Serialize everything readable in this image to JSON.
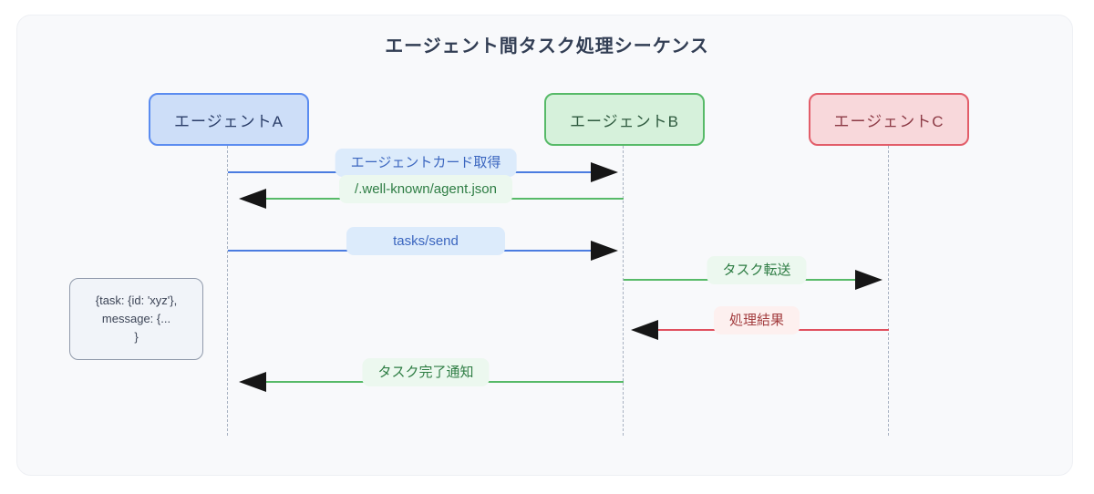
{
  "title": "エージェント間タスク処理シーケンス",
  "diagram": {
    "actors": [
      {
        "id": "A",
        "label": "エージェントA",
        "fill": "#cddef8",
        "border": "#5b8cf0",
        "text_color": "#2b3e69"
      },
      {
        "id": "B",
        "label": "エージェントB",
        "fill": "#d6f1db",
        "border": "#57ba68",
        "text_color": "#2f5a3f"
      },
      {
        "id": "C",
        "label": "エージェントC",
        "fill": "#f8d8db",
        "border": "#e25d69",
        "text_color": "#8c3a45"
      }
    ],
    "messages": [
      {
        "from": "エージェントA",
        "to": "エージェントB",
        "label": "エージェントカード取得",
        "direction": "right",
        "line_color": "#4b7ce0",
        "label_bg": "#dcebfb",
        "label_color": "#3b66bf"
      },
      {
        "from": "エージェントB",
        "to": "エージェントA",
        "label": "/.well-known/agent.json",
        "direction": "left",
        "line_color": "#57ba68",
        "label_bg": "#ecf8ef",
        "label_color": "#2e7d44"
      },
      {
        "from": "エージェントA",
        "to": "エージェントB",
        "label": "tasks/send",
        "direction": "right",
        "line_color": "#4b7ce0",
        "label_bg": "#dcebfb",
        "label_color": "#3b66bf"
      },
      {
        "from": "エージェントB",
        "to": "エージェントC",
        "label": "タスク転送",
        "direction": "right",
        "line_color": "#57ba68",
        "label_bg": "#ecf8ef",
        "label_color": "#2e7d44"
      },
      {
        "from": "エージェントC",
        "to": "エージェントB",
        "label": "処理結果",
        "direction": "left",
        "line_color": "#e0505e",
        "label_bg": "#fdf0ef",
        "label_color": "#a33d3f"
      },
      {
        "from": "エージェントB",
        "to": "エージェントA",
        "label": "タスク完了通知",
        "direction": "left",
        "line_color": "#57ba68",
        "label_bg": "#ecf8ef",
        "label_color": "#2e7d44"
      }
    ],
    "note": {
      "attached_to": "エージェントA",
      "lines": [
        "{task: {id: 'xyz'},",
        "message: {...",
        "}"
      ]
    },
    "style": {
      "card_bg": "#f8f9fb",
      "page_bg": "#ffffff",
      "title_color": "#323e54",
      "lifeline_color": "#a8b2c2",
      "arrowhead_color": "#161616",
      "note_bg": "#f1f4f9",
      "note_border": "#909aab"
    }
  }
}
